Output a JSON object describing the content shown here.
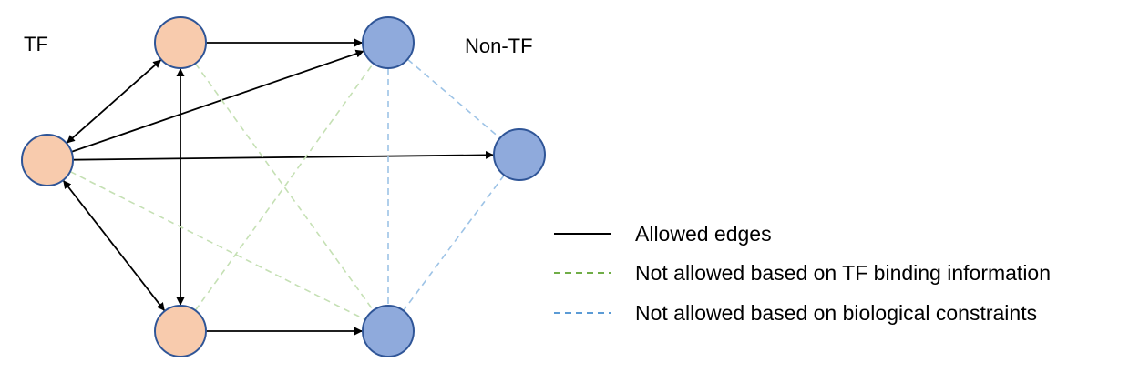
{
  "labels": {
    "tf": "TF",
    "non_tf": "Non-TF"
  },
  "nodes": [
    {
      "id": "tf_top",
      "group": "TF"
    },
    {
      "id": "tf_left",
      "group": "TF"
    },
    {
      "id": "tf_bottom",
      "group": "TF"
    },
    {
      "id": "ntf_top",
      "group": "Non-TF"
    },
    {
      "id": "ntf_right",
      "group": "Non-TF"
    },
    {
      "id": "ntf_bottom",
      "group": "Non-TF"
    }
  ],
  "edges": [
    {
      "from": "tf_top",
      "to": "ntf_top",
      "type": "allowed",
      "direction": "forward"
    },
    {
      "from": "tf_left",
      "to": "tf_top",
      "type": "allowed",
      "direction": "both"
    },
    {
      "from": "tf_left",
      "to": "ntf_top",
      "type": "allowed",
      "direction": "forward"
    },
    {
      "from": "tf_left",
      "to": "ntf_right",
      "type": "allowed",
      "direction": "forward"
    },
    {
      "from": "tf_left",
      "to": "tf_bottom",
      "type": "allowed",
      "direction": "both"
    },
    {
      "from": "tf_top",
      "to": "tf_bottom",
      "type": "allowed",
      "direction": "both"
    },
    {
      "from": "tf_bottom",
      "to": "ntf_bottom",
      "type": "allowed",
      "direction": "forward"
    },
    {
      "from": "tf_top",
      "to": "ntf_bottom",
      "type": "tf_binding"
    },
    {
      "from": "tf_bottom",
      "to": "ntf_top",
      "type": "tf_binding"
    },
    {
      "from": "tf_left",
      "to": "ntf_bottom",
      "type": "tf_binding"
    },
    {
      "from": "ntf_top",
      "to": "ntf_right",
      "type": "biological"
    },
    {
      "from": "ntf_top",
      "to": "ntf_bottom",
      "type": "biological"
    },
    {
      "from": "ntf_right",
      "to": "ntf_bottom",
      "type": "biological"
    }
  ],
  "legend": {
    "allowed": "Allowed edges",
    "tf_binding": "Not allowed based on TF binding information",
    "biological": "Not allowed based on biological constraints"
  },
  "colors": {
    "tf_fill": "#F8CBAD",
    "non_tf_fill": "#8FAADC",
    "node_stroke": "#2F5597",
    "allowed": "#000000",
    "tf_binding_edge": "#C5E0B4",
    "tf_binding_legend": "#70AD47",
    "biological_edge": "#9DC3E6",
    "biological_legend": "#5B9BD5"
  }
}
